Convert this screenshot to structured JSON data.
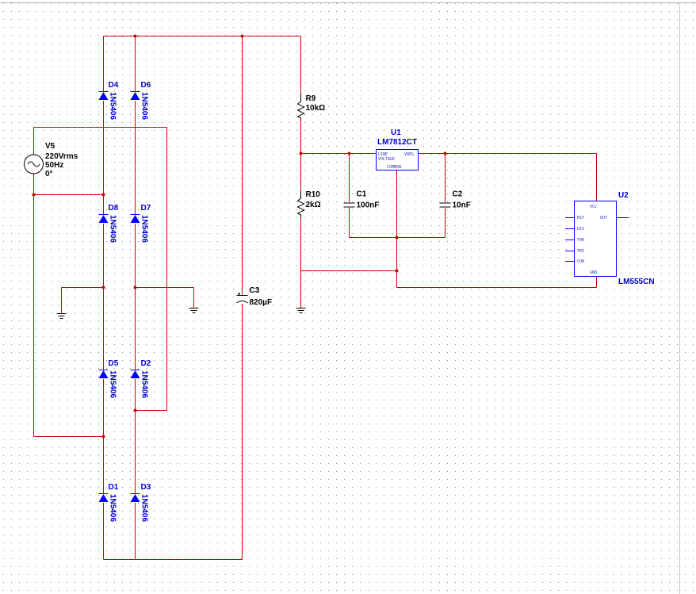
{
  "source": {
    "ref": "V5",
    "amplitude": "220Vrms",
    "frequency": "50Hz",
    "phase": "0°"
  },
  "diodes": [
    {
      "ref": "D4",
      "value": "1N5406"
    },
    {
      "ref": "D6",
      "value": "1N5406"
    },
    {
      "ref": "D8",
      "value": "1N5406"
    },
    {
      "ref": "D7",
      "value": "1N5406"
    },
    {
      "ref": "D5",
      "value": "1N5406"
    },
    {
      "ref": "D2",
      "value": "1N5406"
    },
    {
      "ref": "D1",
      "value": "1N5406"
    },
    {
      "ref": "D3",
      "value": "1N5406"
    }
  ],
  "resistors": [
    {
      "ref": "R9",
      "value": "10kΩ"
    },
    {
      "ref": "R10",
      "value": "2kΩ"
    }
  ],
  "capacitors": [
    {
      "ref": "C1",
      "value": "100nF"
    },
    {
      "ref": "C2",
      "value": "10nF"
    },
    {
      "ref": "C3",
      "value": "820µF"
    }
  ],
  "regulator": {
    "ref": "U1",
    "part": "LM7812CT",
    "pin_line": "LINE",
    "pin_vreg": "VREG",
    "pin_voltage": "VOLTAGE",
    "pin_common": "COMMON"
  },
  "timer": {
    "ref": "U2",
    "part": "LM555CN",
    "pins": {
      "vcc": "VCC",
      "rst": "RST",
      "out": "OUT",
      "dis": "DIS",
      "thr": "THR",
      "tri": "TRI",
      "con": "CON",
      "gnd": "GND"
    }
  },
  "colors": {
    "wire": "#cc0000",
    "component": "#0000ff",
    "grid_dot": "#7a7a7a",
    "label_blue": "#0000cc"
  }
}
